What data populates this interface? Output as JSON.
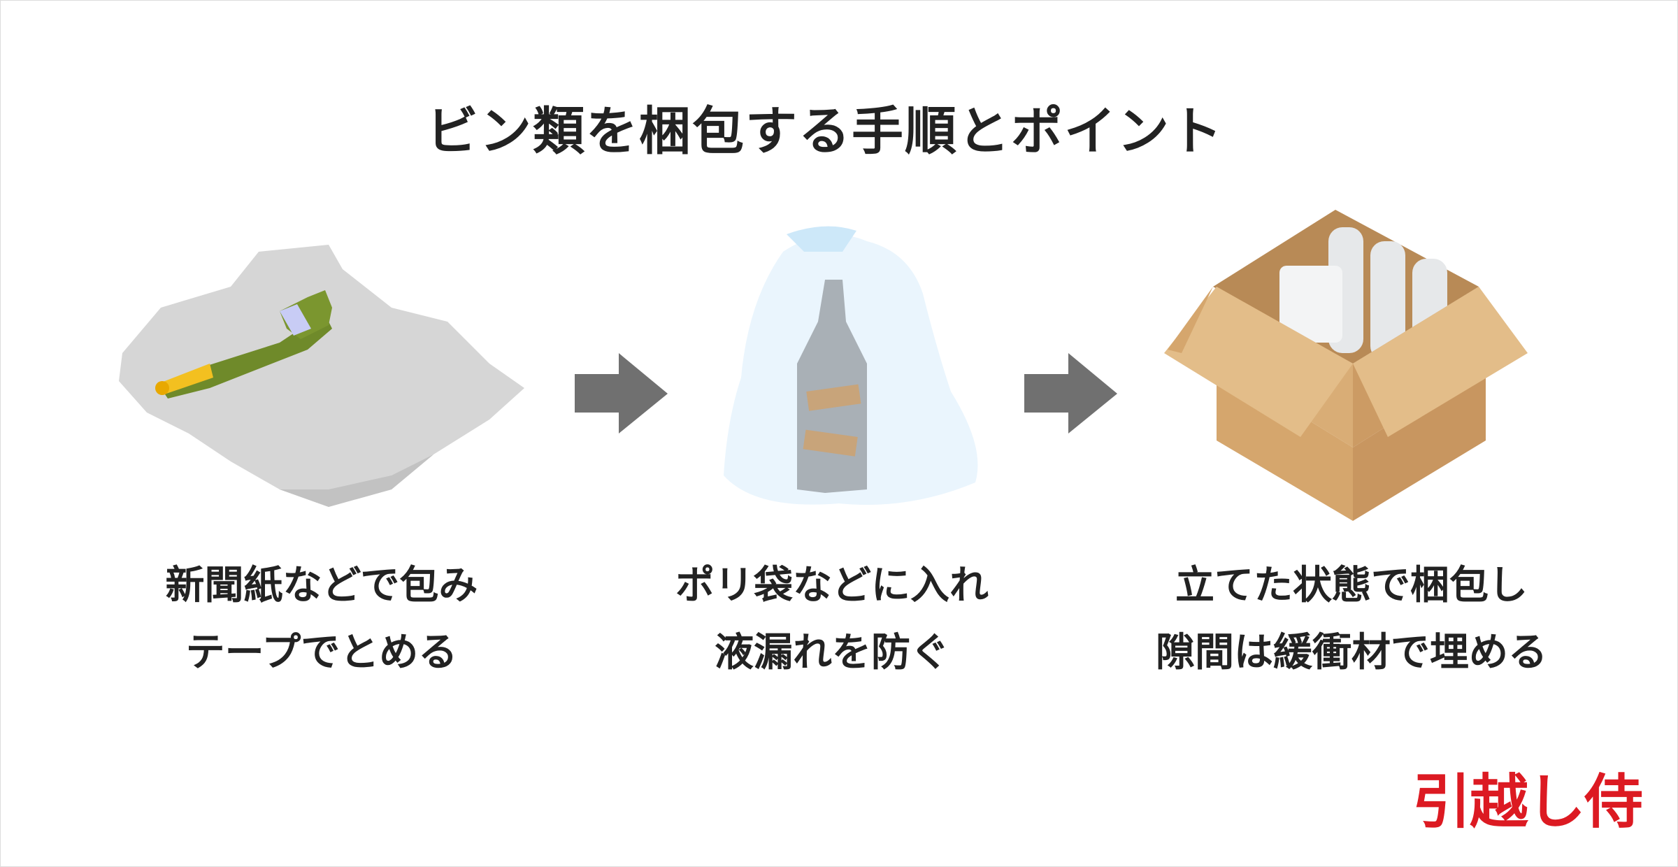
{
  "title": "ビン類を梱包する手順とポイント",
  "steps": [
    {
      "line1": "新聞紙などで包み",
      "line2": "テープでとめる",
      "icon": "bottle-wrapped-in-newspaper"
    },
    {
      "line1": "ポリ袋などに入れ",
      "line2": "液漏れを防ぐ",
      "icon": "bottle-in-plastic-bag"
    },
    {
      "line1": "立てた状態で梱包し",
      "line2": "隙間は緩衝材で埋める",
      "icon": "bottles-in-cardboard-box"
    }
  ],
  "logo": "引越し侍",
  "colors": {
    "accent": "#dc1a22",
    "arrow": "#707070"
  }
}
